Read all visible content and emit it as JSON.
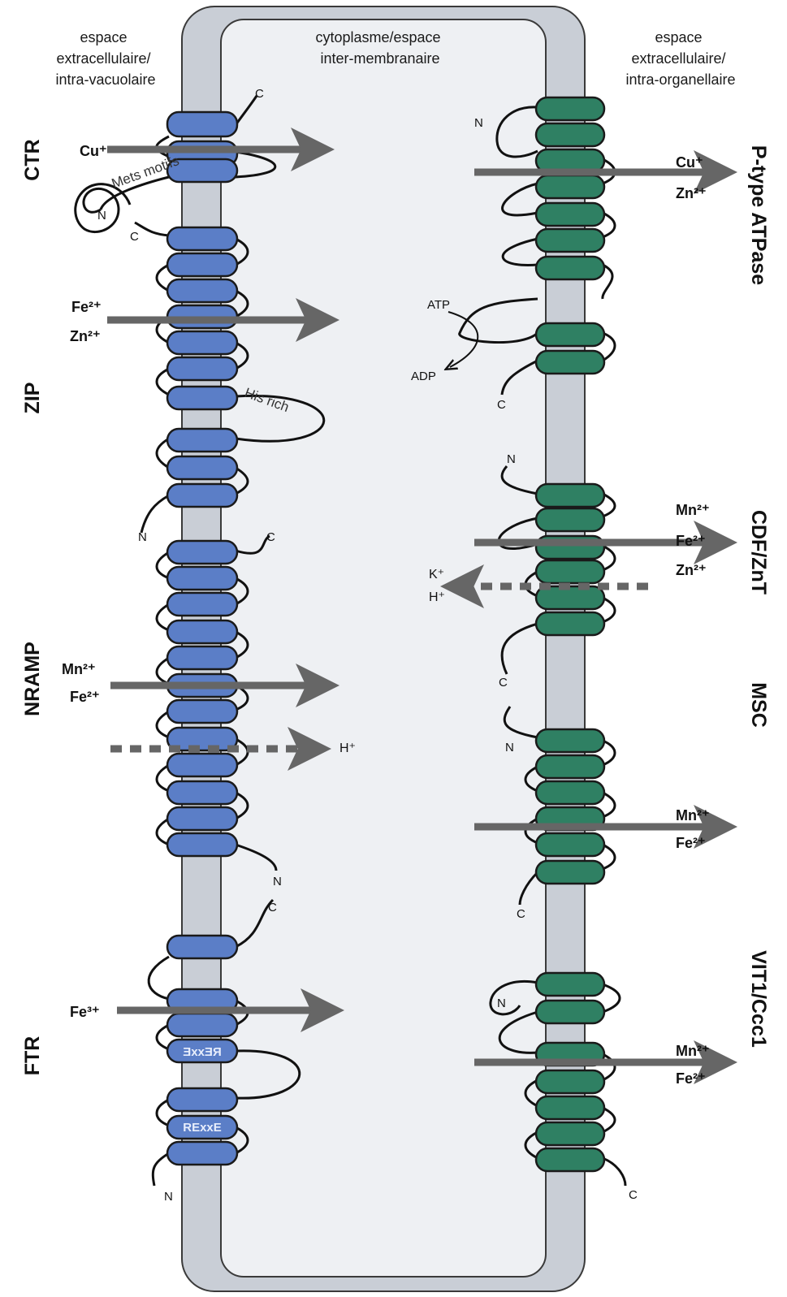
{
  "colors": {
    "membrane": "#c9ced6",
    "membrane_stroke": "#3a3a3a",
    "cytoplasm": "#eef0f3",
    "blue_helix": "#5b7ec7",
    "green_helix": "#2f8063",
    "arrow": "#666666"
  },
  "headers": {
    "left": [
      "espace",
      "extracellulaire/",
      "intra-vacuolaire"
    ],
    "middle": [
      "cytoplasme/espace",
      "inter-membranaire"
    ],
    "right": [
      "espace",
      "extracellulaire/",
      "intra-organellaire"
    ]
  },
  "families_left": [
    "CTR",
    "ZIP",
    "NRAMP",
    "FTR"
  ],
  "families_right": [
    "P-type ATPase",
    "CDF/ZnT",
    "MSC",
    "VIT1/Ccc1"
  ],
  "labels": {
    "N": "N",
    "C": "C",
    "mets_motifs": "Mets motifs",
    "his_rich": "His rich",
    "rexxe": "RExxE",
    "atp": "ATP",
    "adp": "ADP"
  },
  "ions": {
    "ctr": [
      "Cu⁺"
    ],
    "zip": [
      "Fe²⁺",
      "Zn²⁺"
    ],
    "nramp": [
      "Mn²⁺",
      "Fe²⁺"
    ],
    "nramp_h": "H⁺",
    "ftr": [
      "Fe³⁺"
    ],
    "ptype": [
      "Cu⁺",
      "Zn²⁺"
    ],
    "cdf": [
      "Mn²⁺",
      "Fe²⁺",
      "Zn²⁺"
    ],
    "cdf_counter": [
      "K⁺",
      "H⁺"
    ],
    "msc": [
      "Mn²⁺",
      "Fe²⁺"
    ],
    "vit": [
      "Mn²⁺",
      "Fe²⁺"
    ]
  }
}
